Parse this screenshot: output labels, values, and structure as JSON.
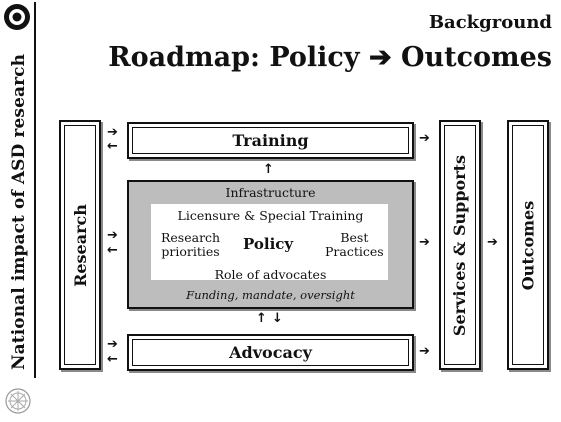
{
  "header": {
    "kicker": "Background",
    "title": "Roadmap: Policy ➔ Outcomes"
  },
  "sidebar": {
    "title": "National impact of ASD research",
    "logo_icon": "circle-logo-icon",
    "seal_icon": "university-seal-icon"
  },
  "diagram": {
    "research": "Research",
    "training": "Training",
    "advocacy": "Advocacy",
    "services": "Services & Supports",
    "outcomes": "Outcomes",
    "policy": {
      "infrastructure": "Infrastructure",
      "licensure": "Licensure & Special Training",
      "research_priorities": "Research\npriorities",
      "center": "Policy",
      "best_practices": "Best\nPractices",
      "role_of_advocates": "Role of advocates",
      "funding": "Funding, mandate, oversight"
    },
    "arrows": {
      "right": "➔",
      "left": "←",
      "up": "↑",
      "down": "↓"
    }
  }
}
